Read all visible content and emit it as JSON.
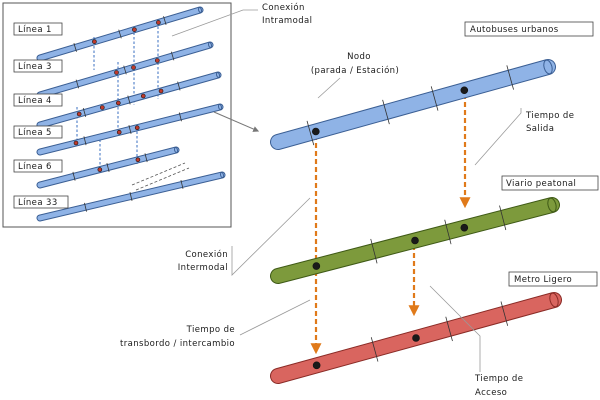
{
  "inset": {
    "lines": [
      "Línea 1",
      "Línea 3",
      "Línea 4",
      "Línea 5",
      "Línea 6",
      "Línea 33"
    ]
  },
  "labels": {
    "conexion_intramodal": [
      "Conexión",
      "Intramodal"
    ],
    "nodo": [
      "Nodo",
      "(parada / Estación)"
    ],
    "tiempo_salida": [
      "Tiempo de",
      "Salida"
    ],
    "conexion_intermodal": [
      "Conexión",
      "Intermodal"
    ],
    "tiempo_transbordo": [
      "Tiempo de",
      "transbordo / intercambio"
    ],
    "tiempo_acceso": [
      "Tiempo de",
      "Acceso"
    ]
  },
  "modes": [
    {
      "name": "Autobuses urbanos",
      "color": "#8fb3e6",
      "edge": "#3b5f94"
    },
    {
      "name": "Viario peatonal",
      "color": "#7d9a3c",
      "edge": "#3f5a16"
    },
    {
      "name": "Metro Ligero",
      "color": "#d9655f",
      "edge": "#8a2b26"
    }
  ],
  "colors": {
    "arrow": "#e07a1a",
    "connector": "#3a6fc2",
    "node": "#1a1a1a",
    "node_inset": "#c0392b",
    "leader": "#9a9a9a"
  }
}
